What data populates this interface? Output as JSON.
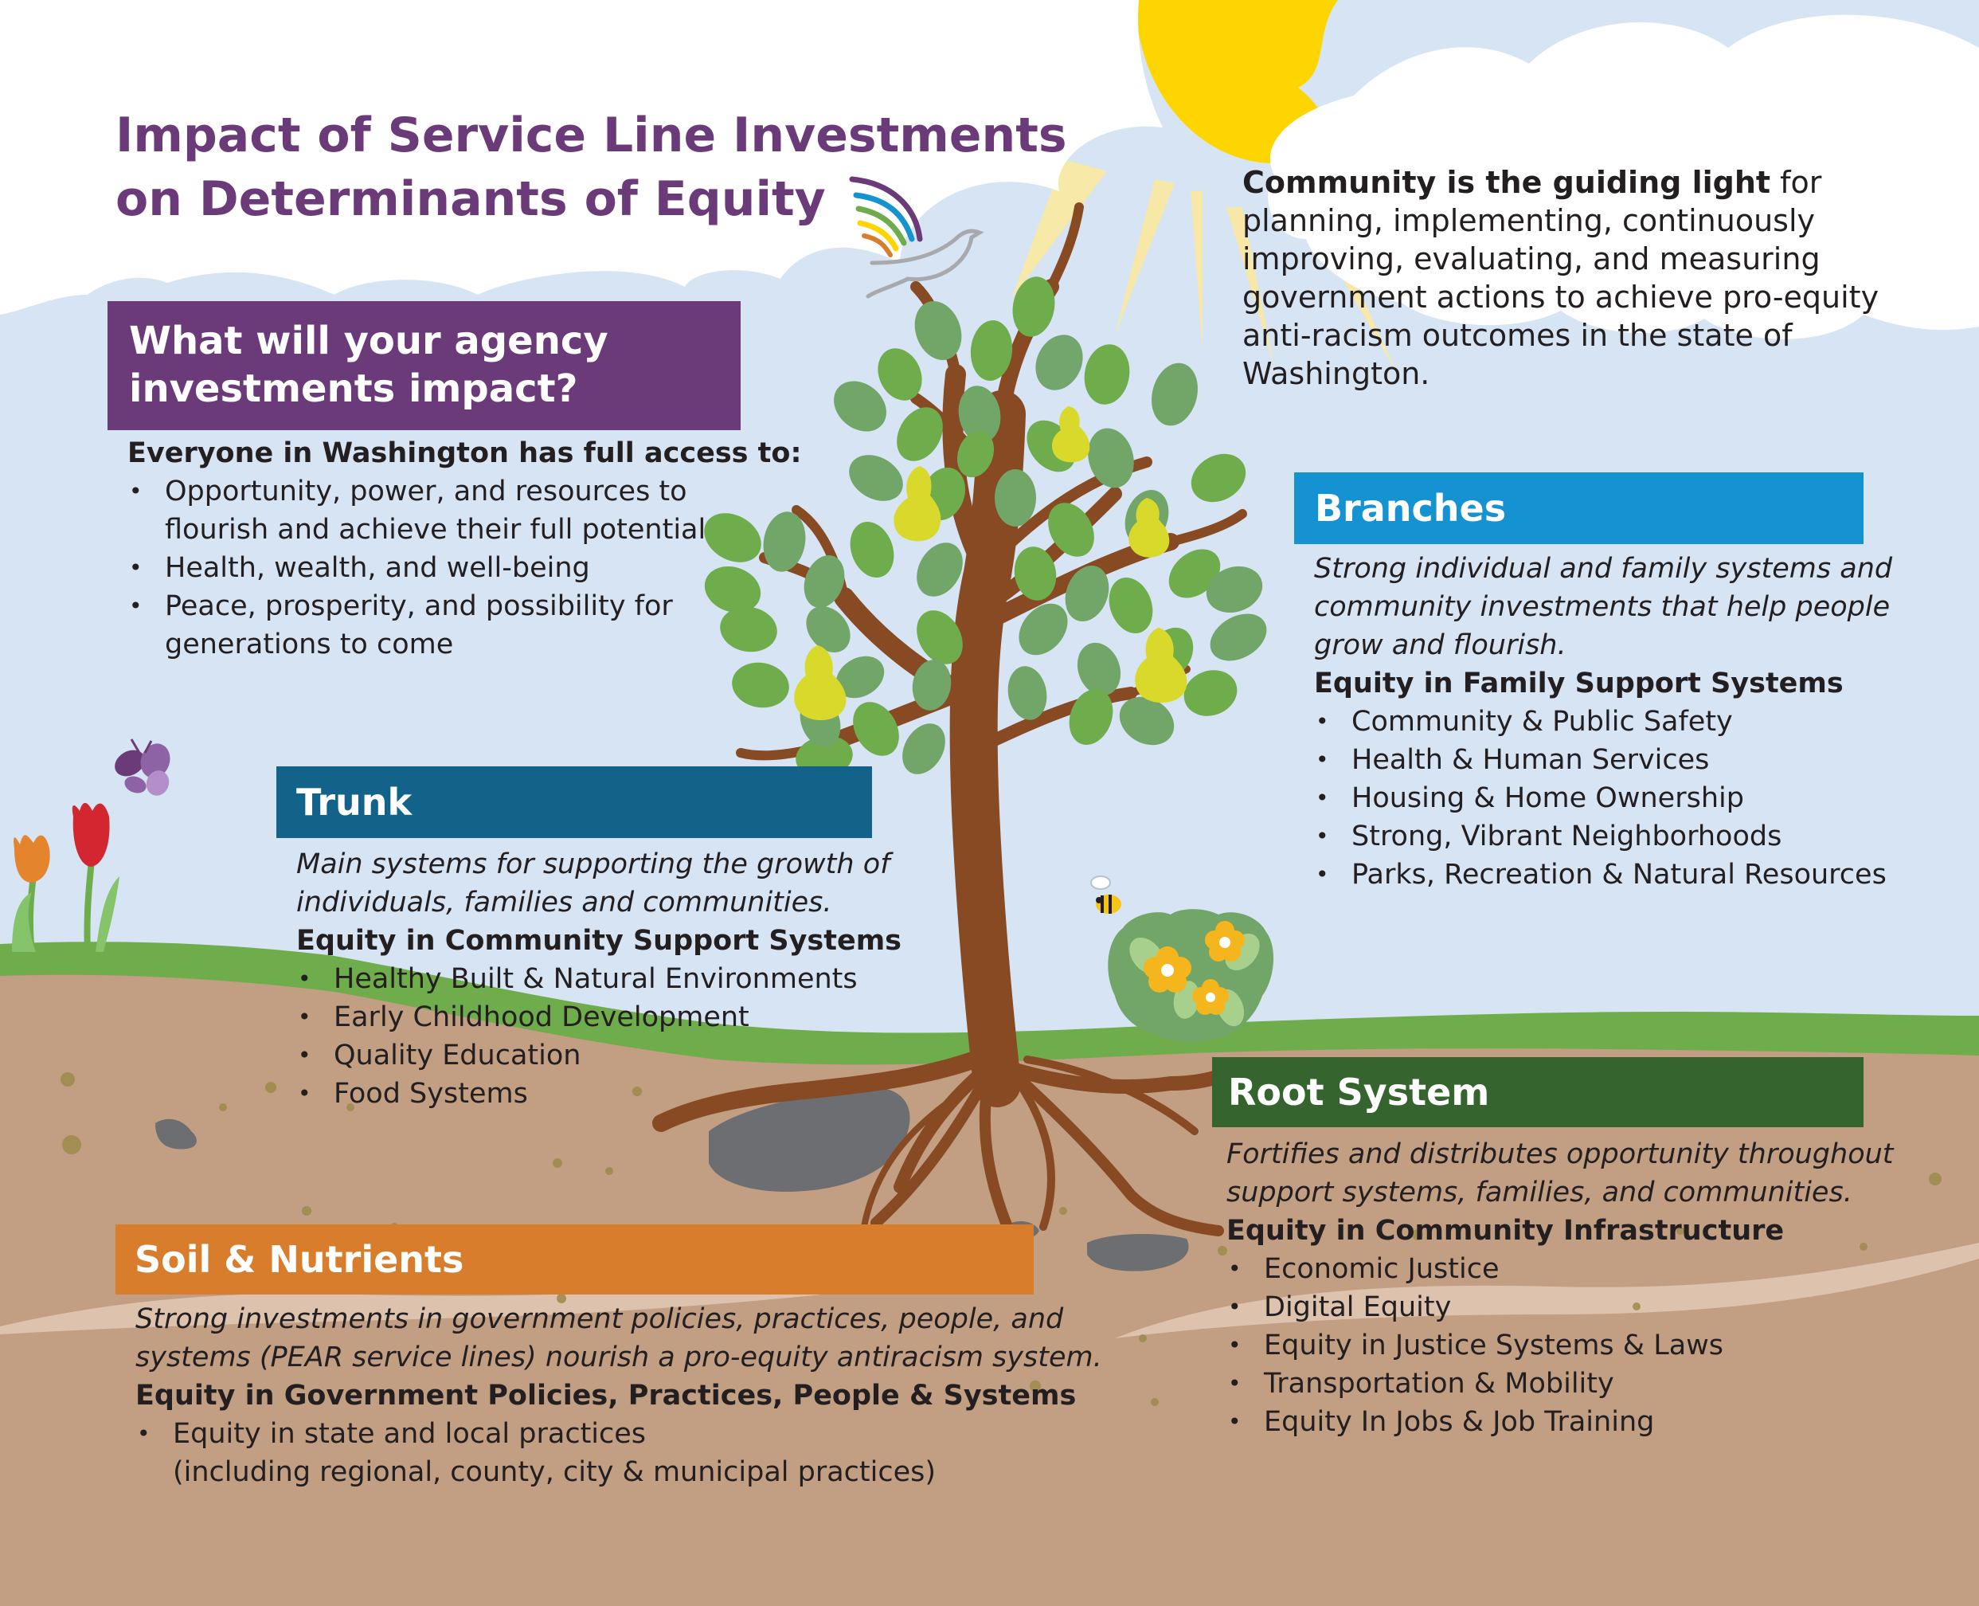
{
  "title": {
    "line1": "Impact of Service Line Investments",
    "line2": "on Determinants of Equity"
  },
  "guiding_light": {
    "bold": "Community is the guiding light",
    "rest": " for planning, implementing, continuously improving, evaluating, and measuring government actions to achieve pro-equity anti-racism outcomes in the state of Washington."
  },
  "agency": {
    "heading_line1": "What will your agency",
    "heading_line2": "investments impact?",
    "subhead": "Everyone in Washington has full access to:",
    "items": [
      {
        "line1": "Opportunity, power, and resources to",
        "line2": "flourish and achieve their full potential"
      },
      {
        "line1": "Health, wealth, and well-being"
      },
      {
        "line1": "Peace, prosperity, and possibility for",
        "line2": "generations to come"
      }
    ]
  },
  "branches": {
    "label": "Branches",
    "desc_line1": "Strong individual and family systems and",
    "desc_line2": "community investments that help people",
    "desc_line3": "grow and flourish.",
    "subhead": "Equity in Family Support Systems",
    "items": [
      "Community & Public Safety",
      "Health & Human Services",
      "Housing & Home Ownership",
      "Strong, Vibrant Neighborhoods",
      "Parks, Recreation & Natural Resources"
    ]
  },
  "trunk": {
    "label": "Trunk",
    "desc_line1": "Main systems for supporting the growth of",
    "desc_line2": "individuals, families and communities.",
    "subhead": "Equity in Community Support Systems",
    "items": [
      "Healthy Built & Natural Environments",
      "Early Childhood Development",
      "Quality Education",
      "Food Systems"
    ]
  },
  "root": {
    "label": "Root System",
    "desc_line1": "Fortifies and distributes opportunity throughout",
    "desc_line2": "support systems, families, and communities.",
    "subhead": "Equity in Community Infrastructure",
    "items": [
      "Economic Justice",
      "Digital Equity",
      "Equity in Justice Systems & Laws",
      "Transportation & Mobility",
      "Equity In Jobs & Job Training"
    ]
  },
  "soil": {
    "label": "Soil & Nutrients",
    "desc_line1": "Strong investments in government policies, practices, people, and",
    "desc_line2": "systems (PEAR service lines) nourish a pro-equity antiracism system.",
    "subhead": "Equity in Government Policies, Practices, People & Systems",
    "item_line1": "Equity in state and local practices",
    "item_line2": "(including regional, county, city & municipal practices)"
  },
  "colors": {
    "title_purple": "#6b3a79",
    "agency_band": "#6b3a79",
    "branches_band": "#1592d2",
    "trunk_band": "#13628a",
    "root_band": "#36642f",
    "soil_band": "#d77d2c",
    "sky": "#d7e4f4",
    "grass": "#6fac4b",
    "soil": "#c29e83",
    "sun": "#ffd500",
    "trunk": "#874a22"
  },
  "icons": [
    "sun-icon",
    "dove-icon",
    "butterfly-icon",
    "tulip-icon",
    "bee-icon",
    "flower-bush-icon",
    "rock-icon",
    "pear-icon",
    "leaf-icon"
  ]
}
